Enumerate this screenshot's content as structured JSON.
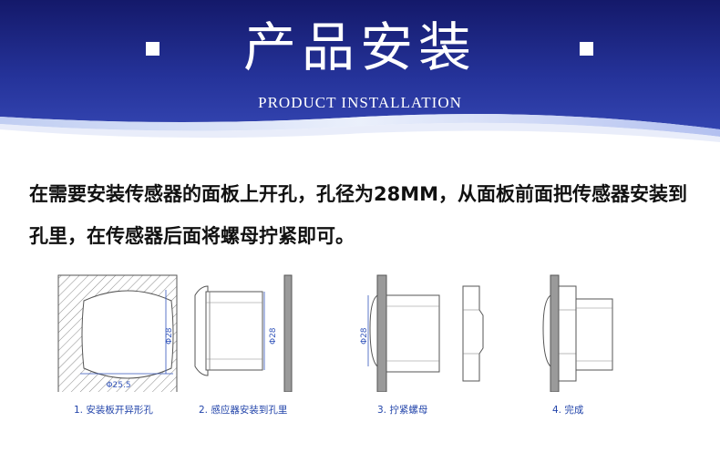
{
  "header": {
    "title": "产品安装",
    "subtitle": "PRODUCT INSTALLATION"
  },
  "body": {
    "text": "在需要安装传感器的面板上开孔，孔径为28MM，从面板前面把传感器安装到孔里，在传感器后面将螺母拧紧即可。"
  },
  "steps": [
    {
      "caption": "1. 安装板开异形孔",
      "dim_vertical": "Φ28",
      "dim_horizontal": "Φ25.5"
    },
    {
      "caption": "2. 感应器安装到孔里",
      "dim_vertical": "Φ28"
    },
    {
      "caption": "3. 拧紧螺母",
      "dim_vertical": "Φ28"
    },
    {
      "caption": "4. 完成"
    }
  ],
  "colors": {
    "banner_dark": "#1c2670",
    "banner_mid": "#2a3a9a",
    "caption_blue": "#2244aa",
    "line_gray": "#555555",
    "dim_blue": "#3355bb"
  }
}
